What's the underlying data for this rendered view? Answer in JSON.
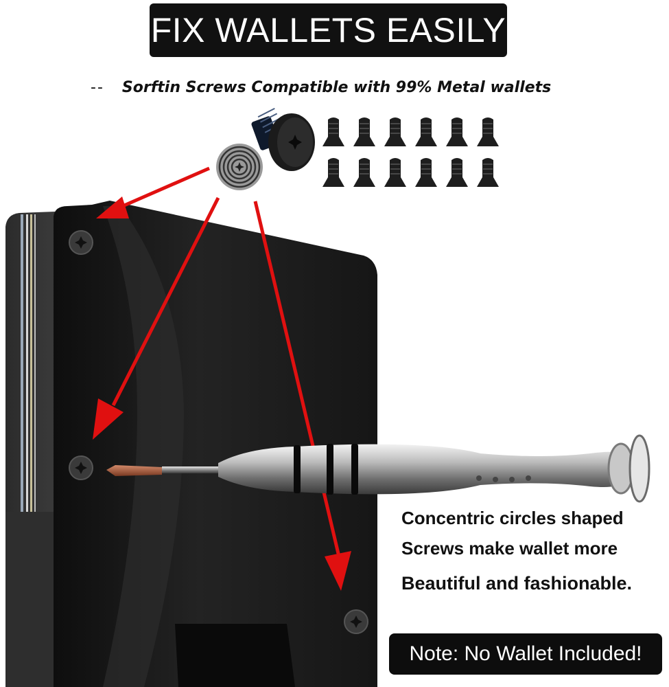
{
  "header": {
    "title": "FIX WALLETS EASILY"
  },
  "subtitle": {
    "dash": "--",
    "text": "Sorftin Screws Compatible with 99% Metal wallets"
  },
  "caption": {
    "line1": "Concentric circles shaped",
    "line2": "Screws make wallet more",
    "line3": "Beautiful and fashionable."
  },
  "note": {
    "text": "Note: No Wallet Included!"
  },
  "colors": {
    "arrow": "#e01010",
    "badge_background": "#111111",
    "wallet_body": "#1a1a1a",
    "screw": "#2a2a2a"
  },
  "icons": {
    "screws": "screw-icon",
    "screwdriver": "screwdriver-icon",
    "arrows": "arrow-icon",
    "concentric_screw_head": "concentric-screw-head-icon"
  }
}
